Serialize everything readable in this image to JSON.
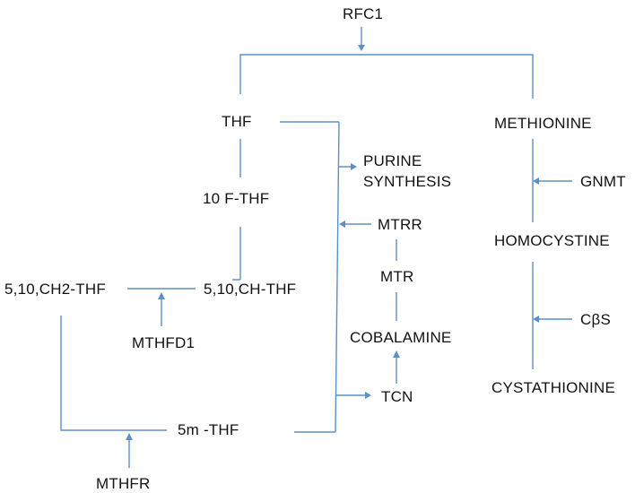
{
  "nodes": {
    "rfc1": "RFC1",
    "thf": "THF",
    "f10_thf": "10 F-THF",
    "ch2_thf": "5,10,CH2-THF",
    "ch_thf": "5,10,CH-THF",
    "mthfd1": "MTHFD1",
    "m5_thf": "5m -THF",
    "mthfr": "MTHFR",
    "purine_synthesis": "PURINE\nSYNTHESIS",
    "mtrr": "MTRR",
    "mtr": "MTR",
    "cobalamine": "COBALAMINE",
    "tcn": "TCN",
    "methionine": "METHIONINE",
    "gnmt": "GNMT",
    "homocystine": "HOMOCYSTINE",
    "cbs": "CβS",
    "cystathionine": "CYSTATHIONINE"
  },
  "colors": {
    "connector": "#5b8fc7",
    "text": "#111111"
  }
}
